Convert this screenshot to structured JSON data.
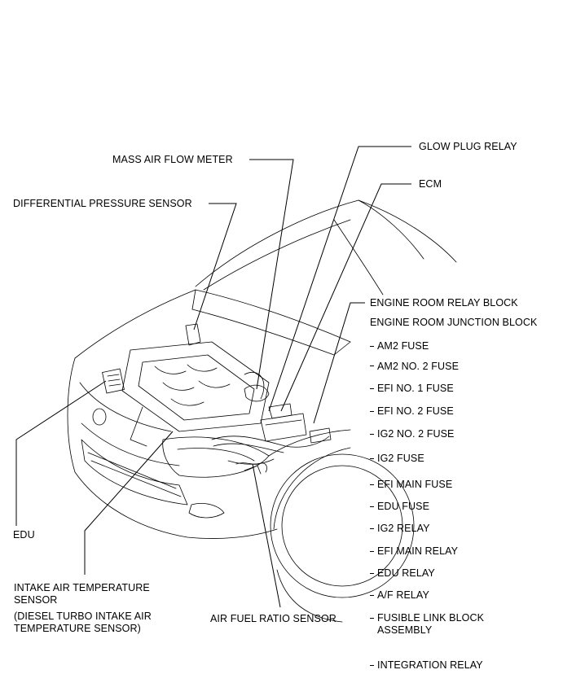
{
  "callouts": {
    "mass_air_flow_meter": "MASS AIR FLOW METER",
    "differential_pressure_sensor": "DIFFERENTIAL PRESSURE SENSOR",
    "glow_plug_relay": "GLOW PLUG RELAY",
    "ecm": "ECM",
    "engine_room_relay_block": "ENGINE ROOM RELAY BLOCK",
    "edu": "EDU",
    "intake_air_temperature_sensor": "INTAKE AIR TEMPERATURE SENSOR",
    "diesel_turbo_note": "(DIESEL TURBO INTAKE AIR TEMPERATURE SENSOR)",
    "air_fuel_ratio_sensor": "AIR FUEL RATIO SENSOR"
  },
  "junction_block": {
    "title": "ENGINE ROOM JUNCTION BLOCK",
    "items": [
      "AM2 FUSE",
      "AM2 NO. 2 FUSE",
      "EFI NO. 1 FUSE",
      "EFI NO. 2 FUSE",
      "IG2 NO. 2 FUSE",
      "IG2 FUSE",
      "EFI MAIN FUSE",
      "EDU FUSE",
      "IG2 RELAY",
      "EFI MAIN RELAY",
      "EDU RELAY",
      "A/F RELAY",
      "FUSIBLE LINK BLOCK ASSEMBLY",
      "INTEGRATION RELAY"
    ]
  }
}
